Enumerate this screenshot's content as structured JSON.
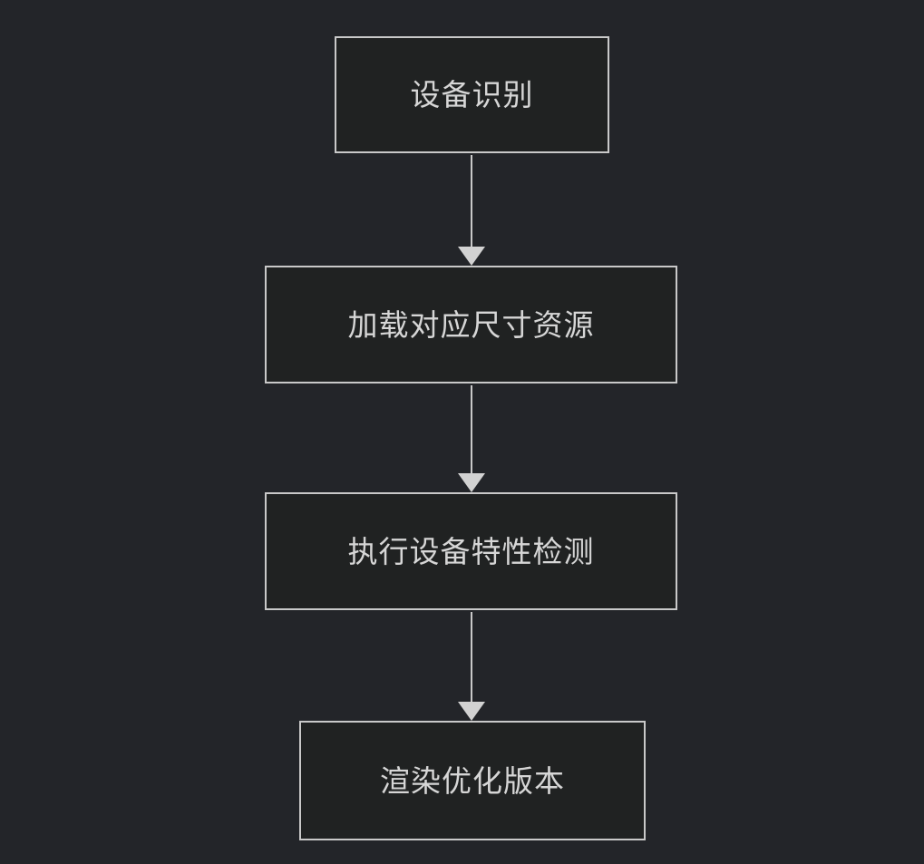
{
  "flowchart": {
    "type": "vertical-flow",
    "nodes": [
      {
        "id": "node-1",
        "label": "设备识别"
      },
      {
        "id": "node-2",
        "label": "加载对应尺寸资源"
      },
      {
        "id": "node-3",
        "label": "执行设备特性检测"
      },
      {
        "id": "node-4",
        "label": "渲染优化版本"
      }
    ],
    "edges": [
      {
        "from": "设备识别",
        "to": "加载对应尺寸资源",
        "style": "arrow"
      },
      {
        "from": "加载对应尺寸资源",
        "to": "执行设备特性检测",
        "style": "arrow"
      },
      {
        "from": "执行设备特性检测",
        "to": "渲染优化版本",
        "style": "arrow"
      }
    ],
    "colors": {
      "background": "#232529",
      "node_fill": "#202222",
      "node_border": "#c9c9c9",
      "node_text": "#d6d6d6",
      "arrow_line": "#c9c9c9",
      "arrow_head": "#d2d2d2"
    }
  }
}
